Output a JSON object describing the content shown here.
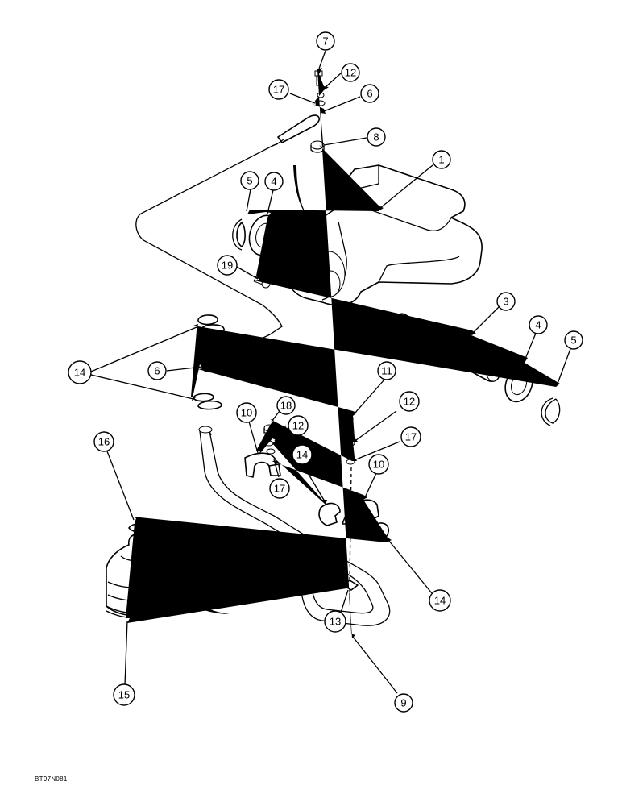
{
  "diagram": {
    "callouts": [
      "7",
      "12",
      "17",
      "6",
      "8",
      "1",
      "5",
      "4",
      "19",
      "3",
      "4",
      "5",
      "14",
      "6",
      "11",
      "12",
      "18",
      "10",
      "12",
      "17",
      "14",
      "10",
      "17",
      "16",
      "14",
      "15",
      "13",
      "9"
    ],
    "figure_code": "BT97N081"
  }
}
